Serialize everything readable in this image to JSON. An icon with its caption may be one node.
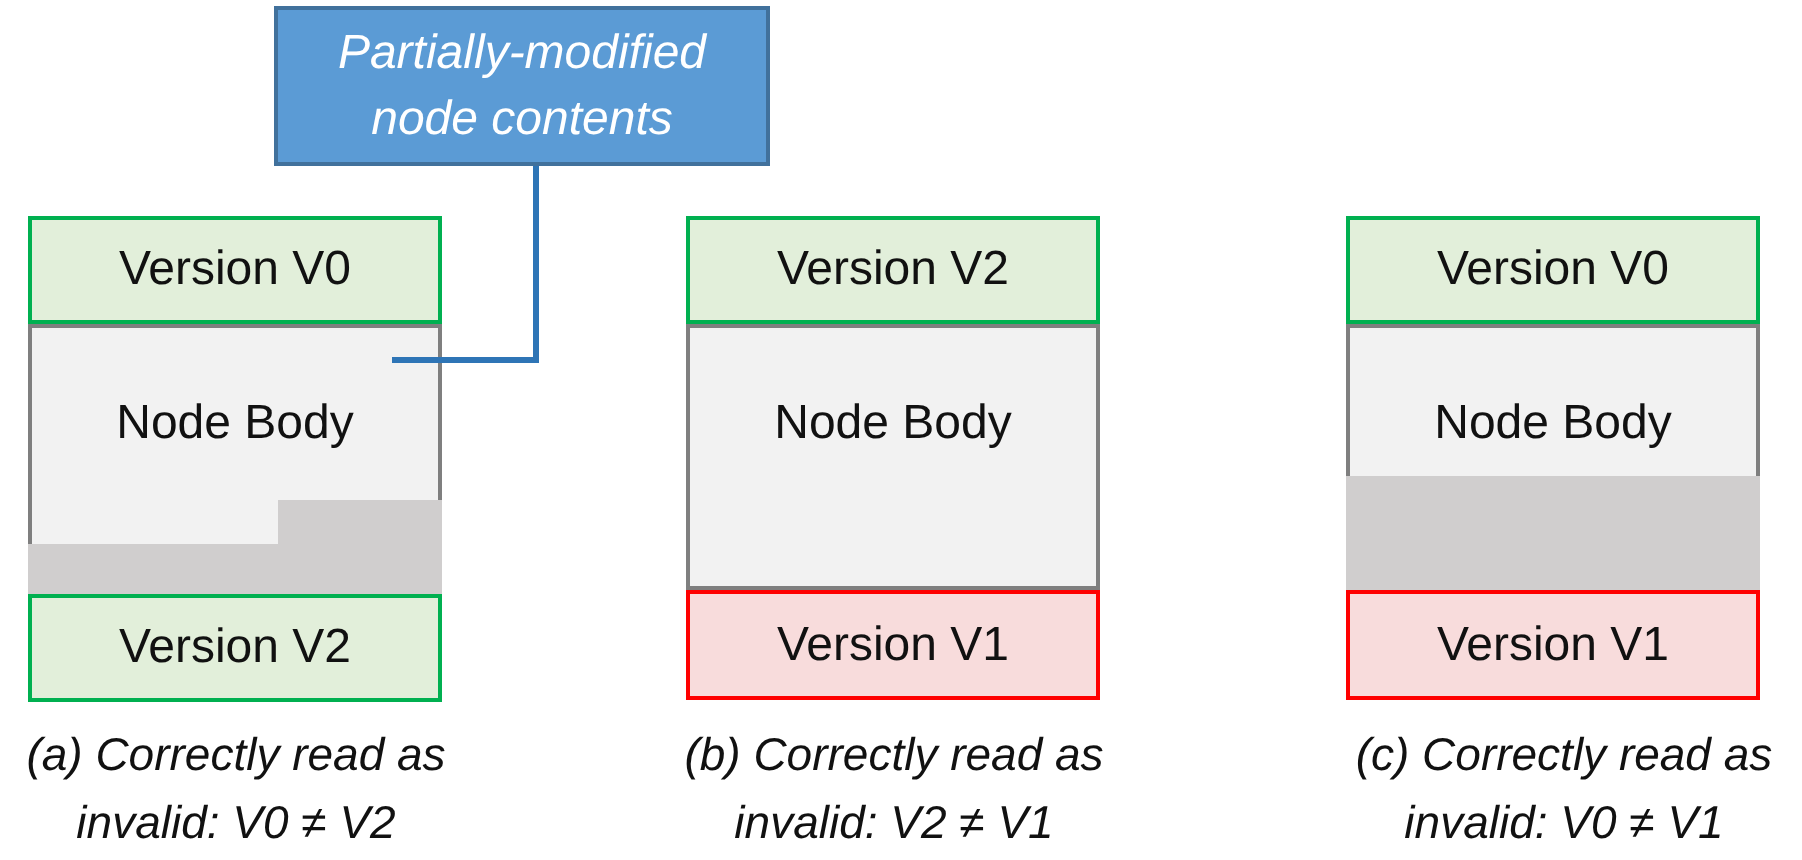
{
  "diagram": {
    "nodes": [
      {
        "text": [
          "Partially-modified node contents"
        ]
      },
      {
        "text": [
          "Version V0"
        ]
      },
      {
        "text": [
          "Node Body"
        ]
      },
      {
        "text": [],
        "shape": "box",
        "in": 2
      },
      {
        "text": [
          "Version V2"
        ]
      },
      {
        "text": [
          "Version V2"
        ]
      },
      {
        "text": [
          "Node Body"
        ]
      },
      {
        "text": [
          "Version V1"
        ]
      },
      {
        "text": [
          "Version V0"
        ]
      },
      {
        "text": [
          "Node Body"
        ]
      },
      {
        "text": [],
        "shape": "box",
        "in": 9
      },
      {
        "text": [
          "Version V1"
        ]
      }
    ],
    "edges": [
      {
        "from": 0,
        "to": 2,
        "arrow": "none"
      }
    ],
    "labels": [
      "(a) Correctly read as invalid: V0 ≠ V2",
      "(b) Correctly read as invalid: V2 ≠ V1",
      "(c) Correctly read as invalid: V0 ≠ V1"
    ]
  }
}
